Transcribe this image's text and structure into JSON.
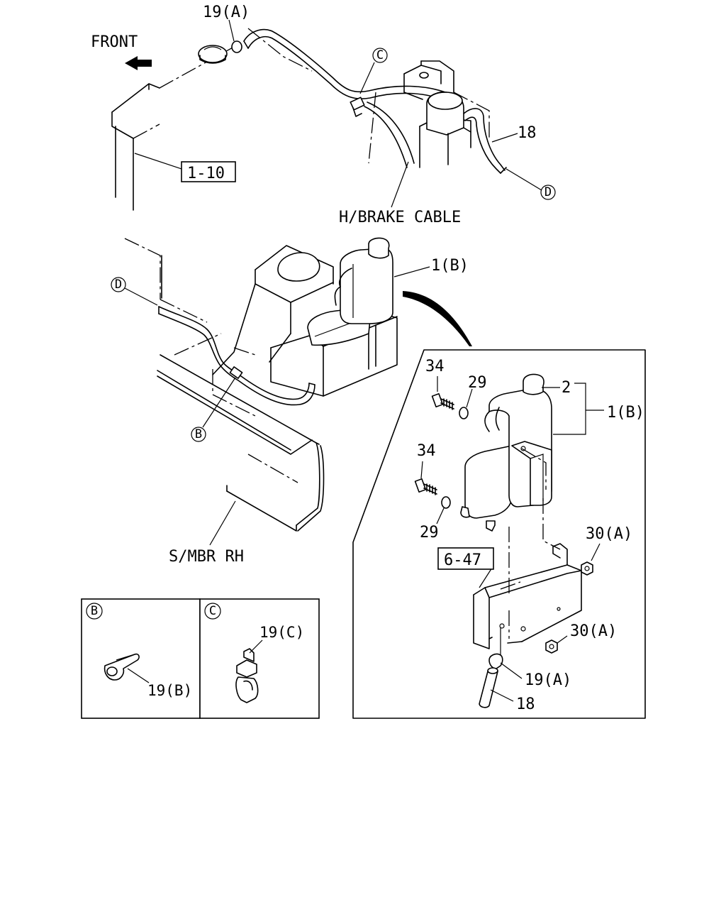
{
  "front_label": "FRONT",
  "brake_cable_label": "H/BRAKE CABLE",
  "side_member_label": "S/MBR RH",
  "ref_boxes": {
    "radiator": "1-10",
    "bracket": "6-47"
  },
  "callouts": {
    "clip_top": "19(A)",
    "hose_top": "18",
    "tank_main": "1(B)",
    "cap": "2",
    "tank_detail": "1(B)",
    "bolt_upper": "34",
    "washer_upper": "29",
    "bolt_lower": "34",
    "washer_lower": "29",
    "nut_upper": "30(A)",
    "nut_lower": "30(A)",
    "clip_detail": "19(A)",
    "hose_detail": "18",
    "clip_b": "19(B)",
    "clip_c": "19(C)"
  },
  "markers": {
    "c_top": "C",
    "d_top": "D",
    "d_left": "D",
    "b_left": "B",
    "b_panel": "B",
    "c_panel": "C"
  }
}
